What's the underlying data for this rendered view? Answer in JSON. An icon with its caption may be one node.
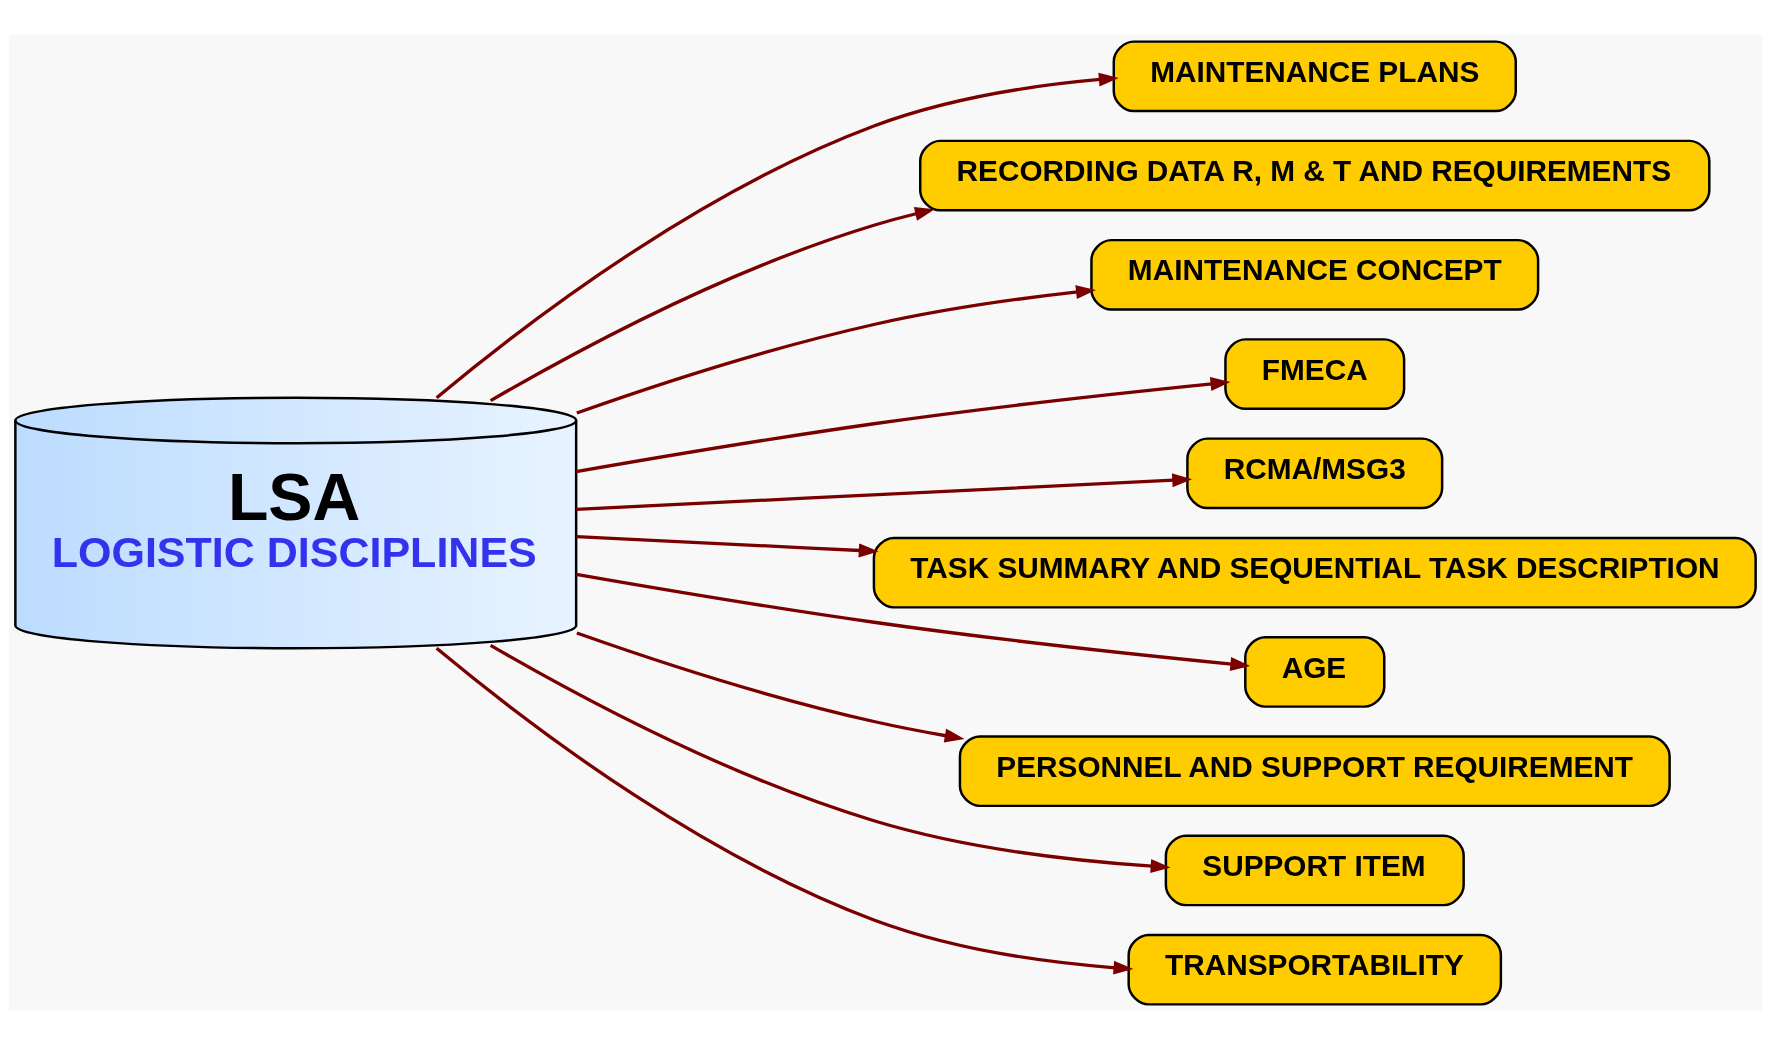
{
  "diagram": {
    "nodes": [
      {
        "text": [
          "LSA",
          "LOGISTIC DISCIPLINES"
        ]
      },
      {
        "text": [
          "MAINTENANCE PLANS"
        ]
      },
      {
        "text": [
          "RECORDING DATA R, M & T AND REQUIREMENTS"
        ]
      },
      {
        "text": [
          "MAINTENANCE CONCEPT"
        ]
      },
      {
        "text": [
          "FMECA"
        ]
      },
      {
        "text": [
          "RCMA/MSG3"
        ]
      },
      {
        "text": [
          "TASK SUMMARY AND SEQUENTIAL TASK DESCRIPTION"
        ]
      },
      {
        "text": [
          "AGE"
        ]
      },
      {
        "text": [
          "PERSONNEL AND SUPPORT REQUIREMENT"
        ]
      },
      {
        "text": [
          "SUPPORT ITEM"
        ]
      },
      {
        "text": [
          "TRANSPORTABILITY"
        ]
      }
    ],
    "edges": [
      {
        "from": 0,
        "to": 1,
        "arrow": "to"
      },
      {
        "from": 0,
        "to": 2,
        "arrow": "to"
      },
      {
        "from": 0,
        "to": 3,
        "arrow": "to"
      },
      {
        "from": 0,
        "to": 4,
        "arrow": "to"
      },
      {
        "from": 0,
        "to": 5,
        "arrow": "to"
      },
      {
        "from": 0,
        "to": 6,
        "arrow": "to"
      },
      {
        "from": 0,
        "to": 7,
        "arrow": "to"
      },
      {
        "from": 0,
        "to": 8,
        "arrow": "to"
      },
      {
        "from": 0,
        "to": 9,
        "arrow": "to"
      },
      {
        "from": 0,
        "to": 10,
        "arrow": "to"
      }
    ]
  }
}
